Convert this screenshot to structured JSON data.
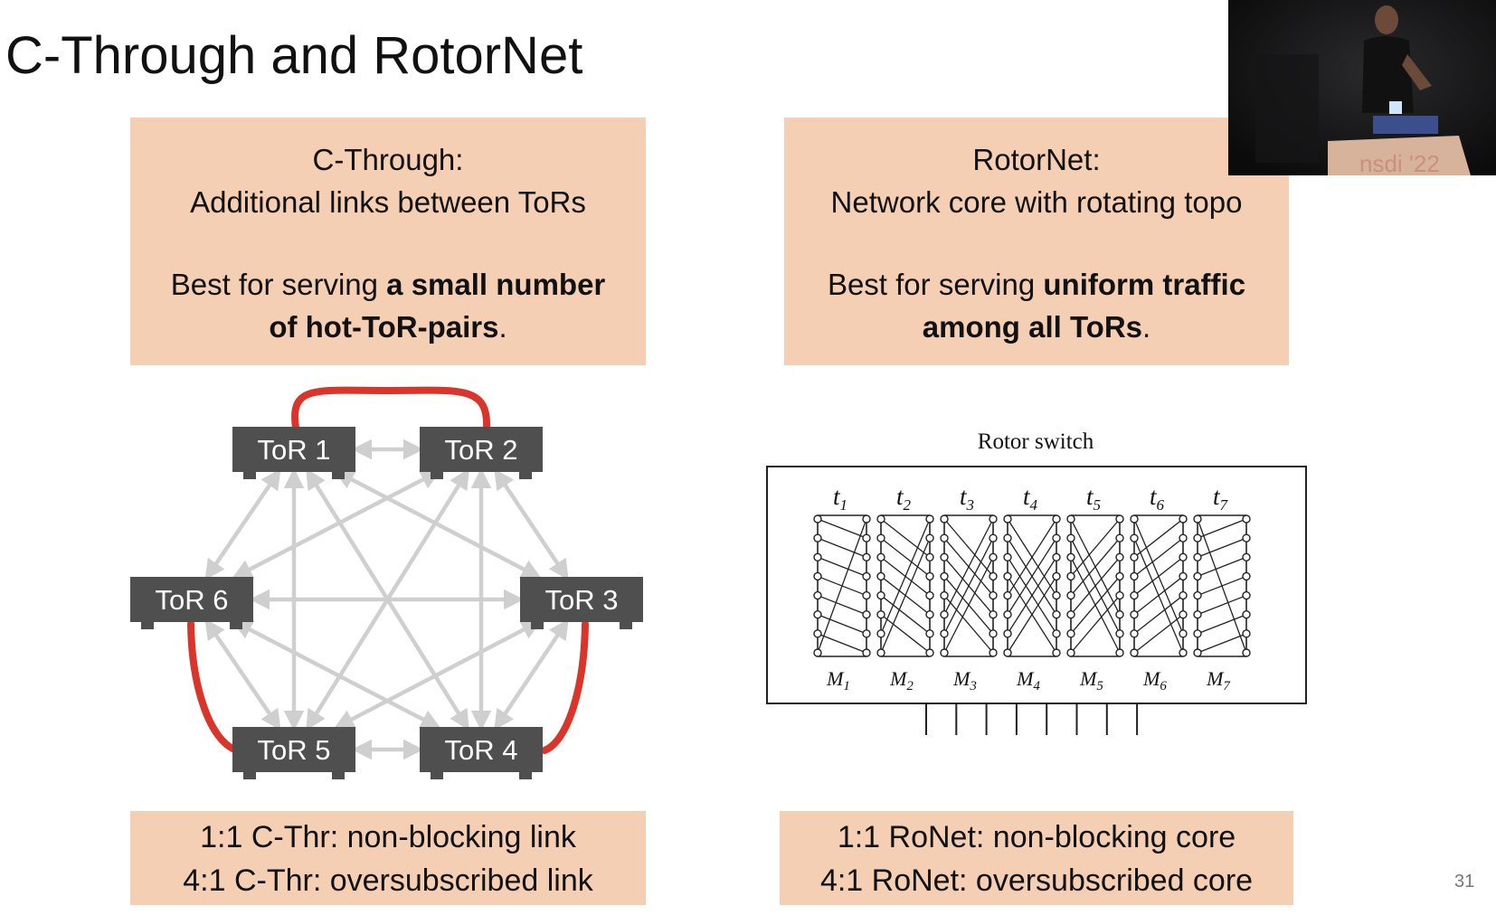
{
  "slide": {
    "title": "C-Through and RotorNet",
    "page_number": "31"
  },
  "cthrough_box": {
    "heading": "C-Through:",
    "subheading": "Additional links between ToRs",
    "best_prefix": "Best for serving ",
    "best_bold_1": "a small number",
    "best_bold_2": "of  hot-ToR-pairs",
    "best_suffix": "."
  },
  "rotornet_box": {
    "heading": "RotorNet:",
    "subheading": "Network core with rotating topo",
    "best_prefix": "Best for serving ",
    "best_bold_1": "uniform traffic",
    "best_bold_2": "among all ToRs",
    "best_suffix": "."
  },
  "tor_diagram": {
    "nodes": [
      {
        "id": "tor1",
        "label": "ToR 1"
      },
      {
        "id": "tor2",
        "label": "ToR 2"
      },
      {
        "id": "tor3",
        "label": "ToR 3"
      },
      {
        "id": "tor4",
        "label": "ToR 4"
      },
      {
        "id": "tor5",
        "label": "ToR 5"
      },
      {
        "id": "tor6",
        "label": "ToR 6"
      }
    ],
    "hot_links": [
      [
        "tor1",
        "tor2"
      ],
      [
        "tor6",
        "tor5"
      ],
      [
        "tor3",
        "tor4"
      ]
    ],
    "hot_link_color": "#d9352b",
    "mesh_link_color": "#cfcfcf",
    "node_color": "#4f4f4f"
  },
  "rotor_diagram": {
    "caption": "Rotor switch",
    "matchings": [
      {
        "top": "t",
        "top_sub": "1",
        "bottom": "M",
        "bottom_sub": "1"
      },
      {
        "top": "t",
        "top_sub": "2",
        "bottom": "M",
        "bottom_sub": "2"
      },
      {
        "top": "t",
        "top_sub": "3",
        "bottom": "M",
        "bottom_sub": "3"
      },
      {
        "top": "t",
        "top_sub": "4",
        "bottom": "M",
        "bottom_sub": "4"
      },
      {
        "top": "t",
        "top_sub": "5",
        "bottom": "M",
        "bottom_sub": "5"
      },
      {
        "top": "t",
        "top_sub": "6",
        "bottom": "M",
        "bottom_sub": "6"
      },
      {
        "top": "t",
        "top_sub": "7",
        "bottom": "M",
        "bottom_sub": "7"
      }
    ],
    "ports_per_matching": 8,
    "output_ports": 8
  },
  "cthrough_footer": {
    "line1": "1:1 C-Thr: non-blocking link",
    "line2": "4:1 C-Thr: oversubscribed link"
  },
  "rotornet_footer": {
    "line1": "1:1 RoNet: non-blocking core",
    "line2": "4:1 RoNet: oversubscribed core"
  },
  "video_overlay": {
    "podium_text": "nsdi '22"
  },
  "colors": {
    "box_fill": "#f5cfb3"
  }
}
